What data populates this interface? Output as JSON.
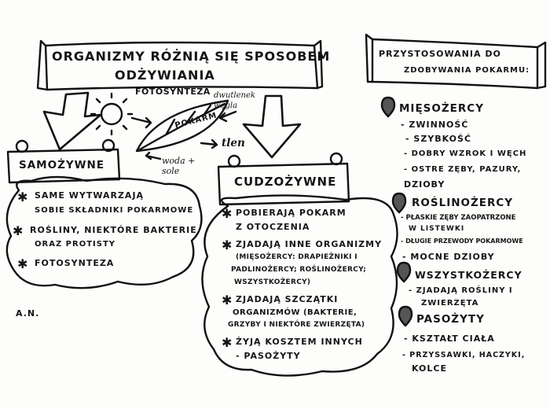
{
  "title": {
    "line1": "ORGANIZMY RÓŻNIĄ SIĘ SPOSOBEM",
    "line2": "ODŻYWIANIA"
  },
  "photosynthesis": {
    "label": "FOTOSYNTEZA",
    "co2": "dwutlenek węgla",
    "leaf": "POKARM",
    "oxygen": "tlen",
    "water": "woda + sole"
  },
  "autotrophs": {
    "title": "SAMOŻYWNE",
    "items": [
      "SAME WYTWARZAJĄ",
      "SOBIE SKŁADNIKI POKARMOWE",
      "ROŚLINY, NIEKTÓRE BAKTERIE",
      "ORAZ PROTISTY",
      "FOTOSYNTEZA"
    ]
  },
  "heterotrophs": {
    "title": "CUDZOŻYWNE",
    "items": [
      "POBIERAJĄ POKARM",
      "Z OTOCZENIA",
      "ZJADAJĄ INNE ORGANIZMY",
      "(MIĘSOŻERCY: DRAPIEŻNIKI I",
      "PADLINOŻERCY; ROŚLINOŻERCY;",
      "WSZYSTKOŻERCY)",
      "ZJADAJĄ SZCZĄTKI",
      "ORGANIZMÓW (BAKTERIE,",
      "GRZYBY I NIEKTÓRE ZWIERZĘTA)",
      "ŻYJĄ KOSZTEM INNYCH",
      "- PASOŻYTY"
    ]
  },
  "adaptations": {
    "title_line1": "PRZYSTOSOWANIA DO",
    "title_line2": "ZDOBYWANIA POKARMU:",
    "groups": [
      {
        "name": "MIĘSOŻERCY",
        "items": [
          "- ZWINNOŚĆ",
          "- SZYBKOŚĆ",
          "- DOBRY WZROK I WĘCH",
          "- OSTRE ZĘBY, PAZURY,",
          "DZIOBY"
        ]
      },
      {
        "name": "ROŚLINOŻERCY",
        "items": [
          "- PŁASKIE ZĘBY ZAOPATRZONE",
          "W LISTEWKI",
          "- DŁUGIE PRZEWODY POKARMOWE",
          "- MOCNE DZIOBY"
        ]
      },
      {
        "name": "WSZYSTKOŻERCY",
        "items": [
          "- ZJADAJĄ ROŚLINY I",
          "ZWIERZĘTA"
        ]
      },
      {
        "name": "PASOŻYTY",
        "items": [
          "- KSZTAŁT CIAŁA",
          "- PRZYSSAWKI, HACZYKI,",
          "KOLCE"
        ]
      }
    ]
  },
  "author": "A.N."
}
